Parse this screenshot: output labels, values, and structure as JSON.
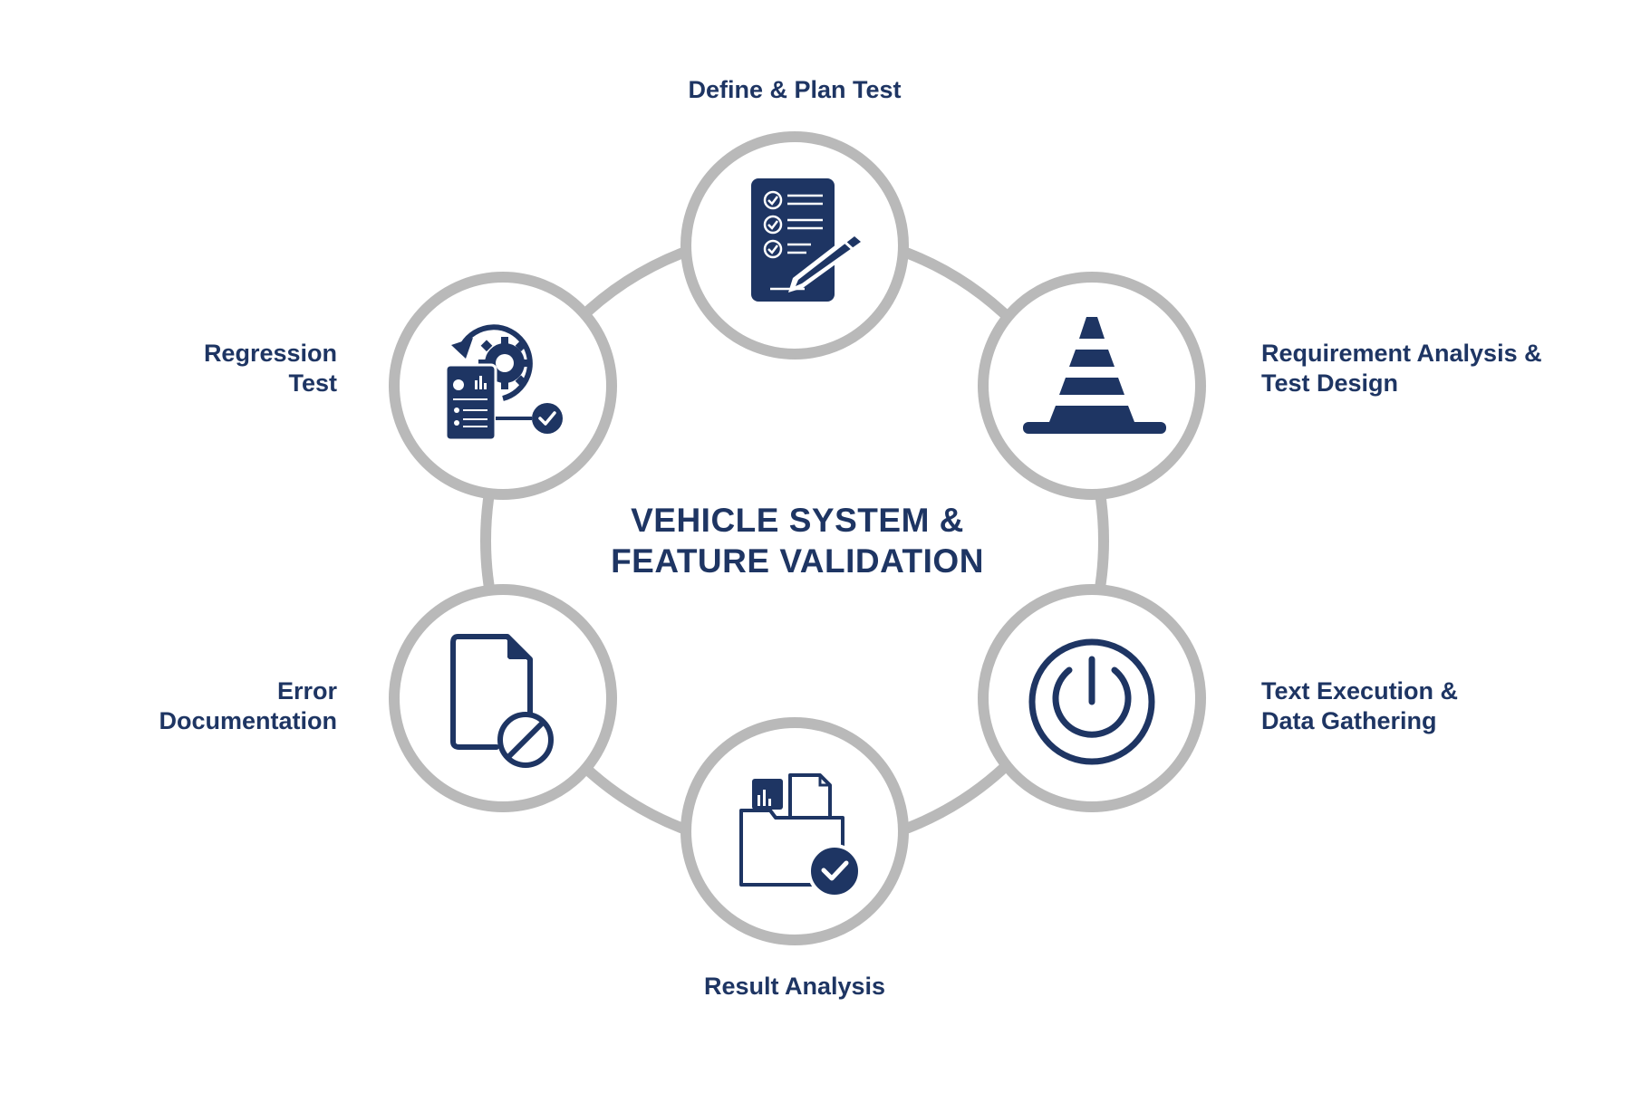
{
  "center": {
    "line1": "VEHICLE SYSTEM &",
    "line2": "FEATURE VALIDATION"
  },
  "steps": [
    {
      "id": "define",
      "icon": "checklist-pencil-icon",
      "lines": [
        "Define & Plan Test"
      ]
    },
    {
      "id": "requirement",
      "icon": "traffic-cone-icon",
      "lines": [
        "Requirement Analysis &",
        "Test Design"
      ]
    },
    {
      "id": "execution",
      "icon": "power-icon",
      "lines": [
        "Text Execution &",
        "Data Gathering"
      ]
    },
    {
      "id": "result",
      "icon": "folder-check-icon",
      "lines": [
        "Result Analysis"
      ]
    },
    {
      "id": "error",
      "icon": "document-blocked-icon",
      "lines": [
        "Error",
        "Documentation"
      ]
    },
    {
      "id": "regression",
      "icon": "report-gear-cycle-icon",
      "lines": [
        "Regression",
        "Test"
      ]
    }
  ],
  "colors": {
    "navy": "#1e3563",
    "ring": "#b9b9b9"
  }
}
